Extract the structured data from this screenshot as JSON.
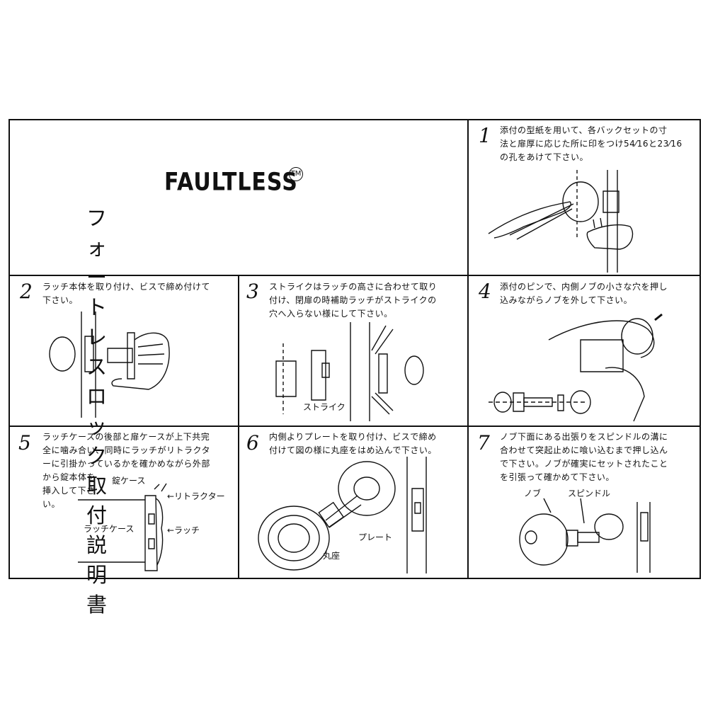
{
  "header": {
    "brand": "FAULTLESS",
    "trademark": "TM",
    "title": "フォートレスロック取付説明書"
  },
  "steps": [
    {
      "number": "1",
      "lines": [
        "添付の型紙を用いて、各バックセットの寸",
        "法と扉厚に応じた所に印をつけ54⁄16と23⁄16",
        "の孔をあけて下さい。"
      ],
      "labels": []
    },
    {
      "number": "2",
      "lines": [
        "ラッチ本体を取り付け、ビスで締め付けて",
        "下さい。"
      ],
      "labels": []
    },
    {
      "number": "3",
      "lines": [
        "ストライクはラッチの高さに合わせて取り",
        "付け、閉扉の時補助ラッチがストライクの",
        "穴へ入らない様にして下さい。"
      ],
      "labels": [
        "ストライク"
      ]
    },
    {
      "number": "4",
      "lines": [
        "添付のピンで、内側ノブの小さな穴を押し",
        "込みながらノブを外して下さい。"
      ],
      "labels": []
    },
    {
      "number": "5",
      "lines": [
        "ラッチケースの後部と扉ケースが上下共完",
        "全に噛み合い、同時にラッチがリトラクタ",
        "ーに引掛かっているかを確かめながら外部",
        "から錠本体を",
        "挿入して下さ",
        "い。"
      ],
      "labels": [
        "錠ケース",
        "←リトラクター",
        "ラッチケース",
        "←ラッチ"
      ]
    },
    {
      "number": "6",
      "lines": [
        "内側よりプレートを取り付け、ビスで締め",
        "付けて図の様に丸座をはめ込んで下さい。"
      ],
      "labels": [
        "プレート",
        "丸座"
      ]
    },
    {
      "number": "7",
      "lines": [
        "ノブ下面にある出張りをスピンドルの溝に",
        "合わせて突起止めに喰い込むまで押し込ん",
        "で下さい。ノブが確実にセットされたこと",
        "を引張って確かめて下さい。"
      ],
      "labels": [
        "ノブ",
        "スピンドル"
      ]
    }
  ]
}
